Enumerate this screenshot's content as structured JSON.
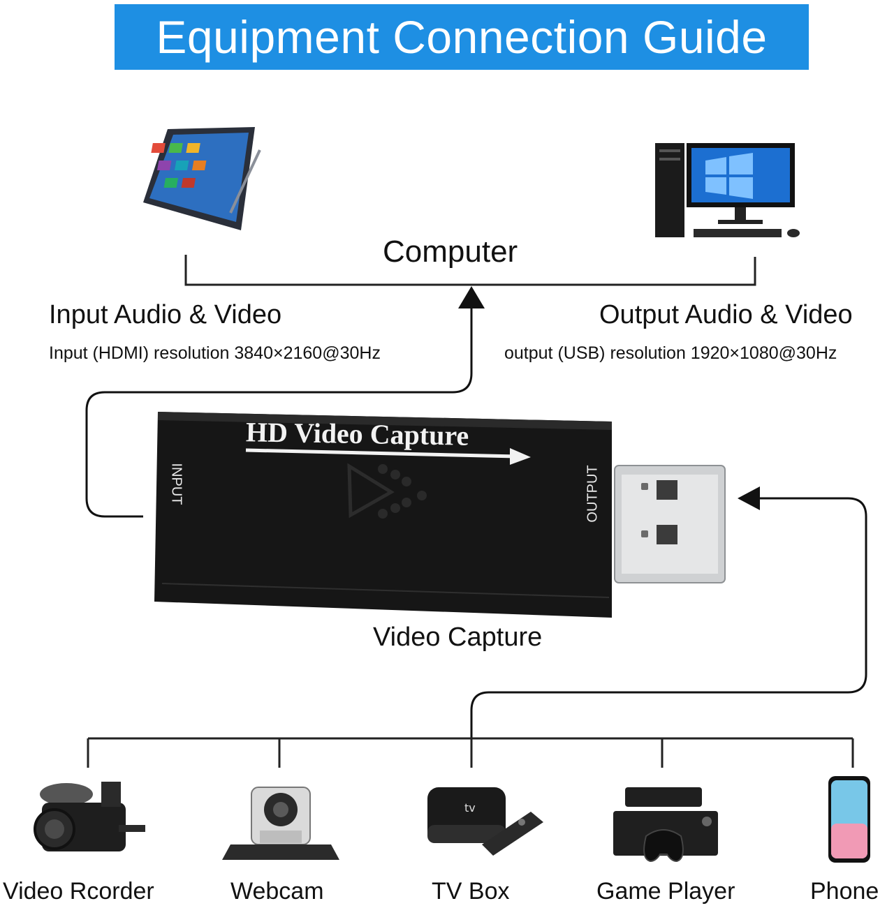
{
  "title": "Equipment Connection Guide",
  "computer_label": "Computer",
  "input": {
    "heading": "Input Audio & Video",
    "detail": "Input (HDMI) resolution 3840×2160@30Hz"
  },
  "output": {
    "heading": "Output Audio & Video",
    "detail": "output (USB) resolution 1920×1080@30Hz"
  },
  "capture": {
    "label": "Video Capture",
    "device_text": "HD Video Capture",
    "input_port": "INPUT",
    "output_port": "OUTPUT"
  },
  "sources": [
    {
      "label": "Video Rcorder",
      "icon": "camcorder-icon"
    },
    {
      "label": "Webcam",
      "icon": "webcam-icon"
    },
    {
      "label": "TV Box",
      "icon": "tv-box-icon"
    },
    {
      "label": "Game Player",
      "icon": "game-console-icon"
    },
    {
      "label": "Phone",
      "icon": "phone-icon"
    }
  ],
  "colors": {
    "banner": "#1e8fe3",
    "device": "#1a1a1a",
    "line": "#222222"
  }
}
